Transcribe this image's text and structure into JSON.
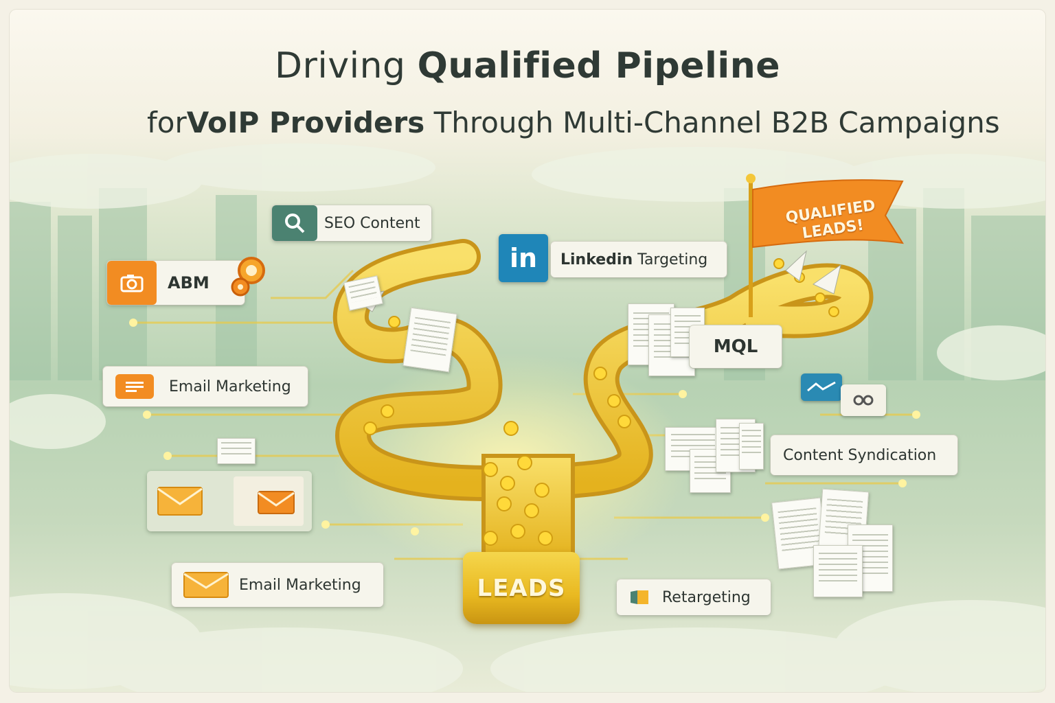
{
  "title": {
    "line1_light": "Driving",
    "line1_bold": "Qualified Pipeline",
    "line2_light_a": "for",
    "line2_bold": "VoIP Providers",
    "line2_light_b": "Through Multi-Channel B2B Campaigns"
  },
  "channels": {
    "seo": "SEO Content",
    "linkedin_logo": "in",
    "linkedin_bold": "Linkedin",
    "linkedin_rest": "Targeting",
    "abm": "ABM",
    "email_1": "Email Marketing",
    "email_2": "Email Marketing",
    "content_syndication": "Content Syndication",
    "retargeting": "Retargeting",
    "mql": "MQL"
  },
  "flag": {
    "line1": "QUALIFIED",
    "line2": "LEADS!"
  },
  "bucket": {
    "label": "LEADS"
  },
  "colors": {
    "road": "#f3cd3a",
    "orange": "#f28c22",
    "linkedin": "#1f86b8",
    "background_green": "#b7d2b3"
  },
  "icons": [
    "search-icon",
    "linkedin-icon",
    "camera-icon",
    "target-icon",
    "email-list-icon",
    "envelope-icon",
    "chart-icon",
    "chat-icon",
    "tag-icon",
    "flag-icon",
    "coin-icon",
    "document-icon"
  ]
}
